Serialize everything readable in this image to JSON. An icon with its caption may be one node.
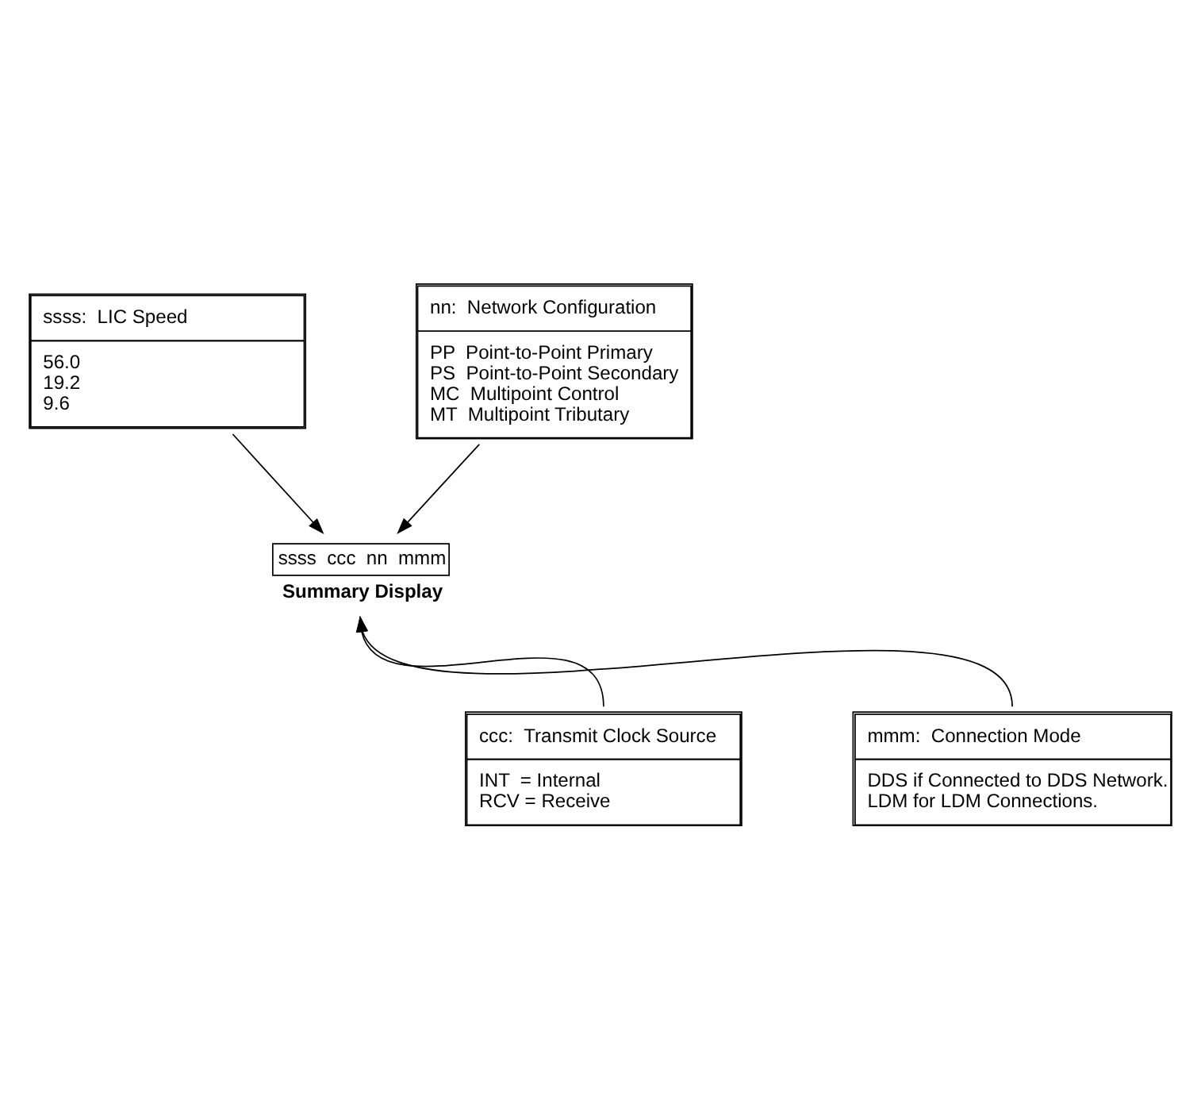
{
  "diagram": {
    "nodes": [
      {
        "text": [
          "ssss:  LIC Speed",
          "56.0",
          "19.2",
          "9.6"
        ]
      },
      {
        "text": [
          "nn:  Network Configuration",
          "PP  Point-to-Point Primary",
          "PS  Point-to-Point Secondary",
          "MC  Multipoint Control",
          "MT  Multipoint Tributary"
        ]
      },
      {
        "text": [
          "ssss  ccc  nn  mmm"
        ],
        "beside": [
          "Summary Display"
        ]
      },
      {
        "text": [
          "ccc:  Transmit Clock Source",
          "INT  = Internal",
          "RCV = Receive"
        ]
      },
      {
        "text": [
          "mmm:  Connection Mode",
          "DDS if Connected to DDS Network.",
          "LDM for LDM Connections."
        ]
      }
    ],
    "edges": [
      {
        "from": 0,
        "to": 2,
        "arrow": "to"
      },
      {
        "from": 1,
        "to": 2,
        "arrow": "to"
      },
      {
        "from": 3,
        "to": 2,
        "arrow": "to"
      },
      {
        "from": 4,
        "to": 2,
        "arrow": "to"
      }
    ]
  }
}
